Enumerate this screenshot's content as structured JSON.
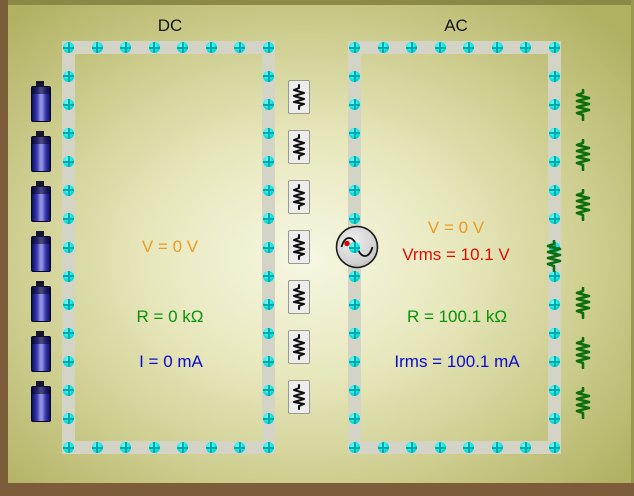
{
  "dc": {
    "title": "DC",
    "voltage_label": "V = 0 V",
    "resistance_label": "R = 0 kΩ",
    "current_label": "I = 0 mA"
  },
  "ac": {
    "title": "AC",
    "voltage_label": "V = 0 V",
    "vrms_label": "Vrms = 10.1 V",
    "resistance_label": "R = 100.1 kΩ",
    "current_label": "Irms = 100.1 mA"
  },
  "colors": {
    "voltage_orange": "#ef9b23",
    "vrms_red": "#dd1000",
    "resistance_green": "#089408",
    "current_blue": "#0a0ad2",
    "node_cyan": "#00e2e2",
    "wire_gray": "#d3d3c6",
    "battery_blue": "#3b3bb4",
    "resistor_black": "#101010",
    "resistor_green": "#0c6e0c"
  },
  "components": {
    "battery_count": 7,
    "boxed_resistor_count": 7,
    "shelf_resistor_count": 6,
    "placed_resistor_count": 1
  },
  "icons": {
    "node": "crosshair-junction-dot",
    "battery": "battery-cylinder",
    "boxed_resistor": "zigzag-resistor-in-box",
    "green_resistor": "zigzag-resistor",
    "ac_source": "sine-wave-source-circle"
  }
}
